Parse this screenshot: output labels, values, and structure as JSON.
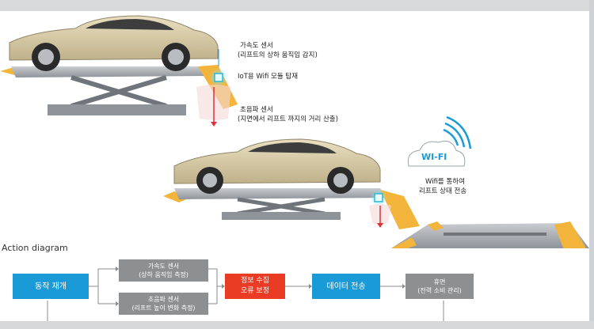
{
  "labels": {
    "accel_sensor_title": "가속도 센서",
    "accel_sensor_desc": "(리프트의 상하 움직임 감지)",
    "iot_module": "IoT용 Wifi 모듈 탑재",
    "ultra_sensor_title": "초음파 센서",
    "ultra_sensor_desc": "(지면에서 리프트 까지의 거리 산출)",
    "wifi_badge": "WI-FI",
    "wifi_desc_1": "Wifi를 통하여",
    "wifi_desc_2": "리프트 상태 전송"
  },
  "diagram": {
    "title": "Action diagram",
    "restart": "동작 재개",
    "accel_1": "가속도 센서",
    "accel_2": "(상하 움직임 측정)",
    "ultra_1": "초음파 센서",
    "ultra_2": "(리프트 높이 변화 측정)",
    "info_1": "정보 수집",
    "info_2": "오류 보정",
    "data_tx": "데이터 전송",
    "idle_1": "휴면",
    "idle_2": "(전력 소비 관리)"
  },
  "colors": {
    "blue": "#1a9ad6",
    "gray": "#8d8f91",
    "red": "#ea3b24",
    "lift_yellow": "#f2b43a"
  }
}
